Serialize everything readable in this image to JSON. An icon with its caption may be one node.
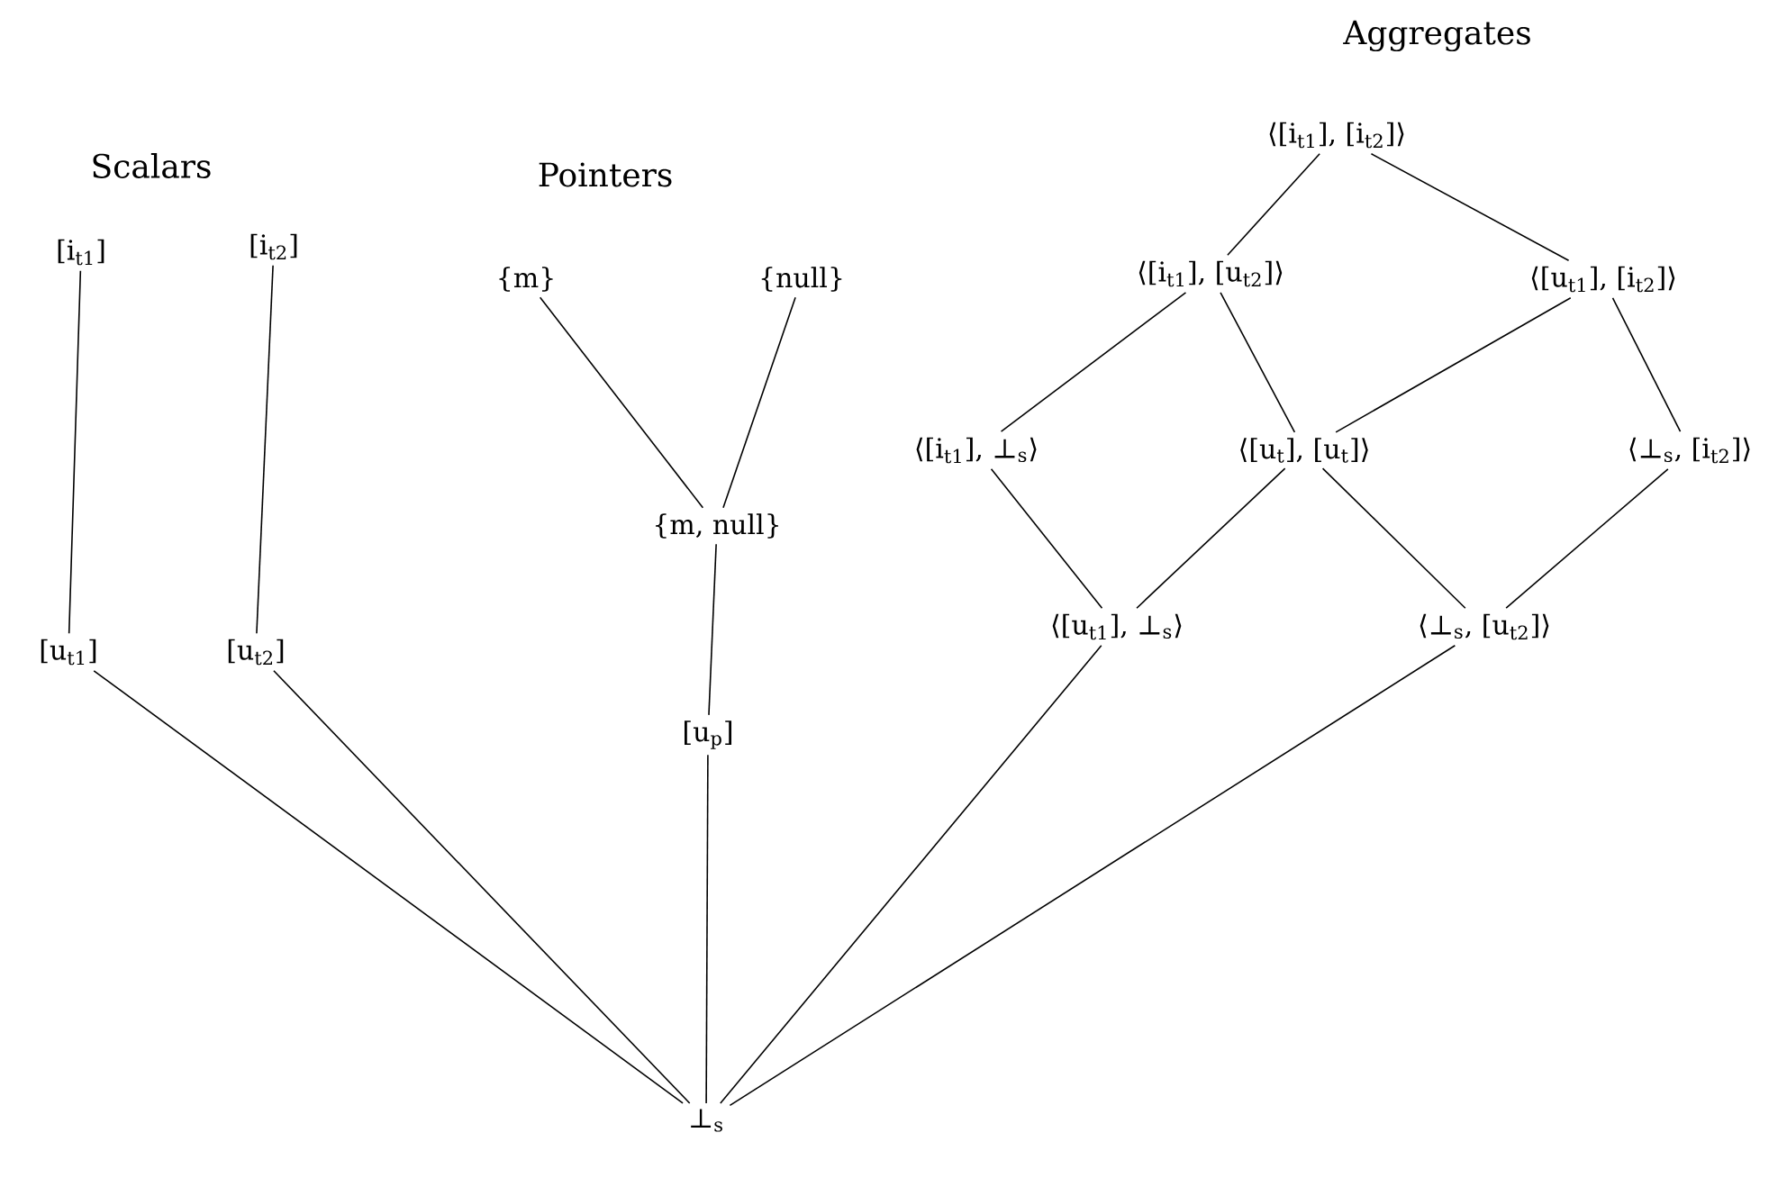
{
  "diagram": {
    "nodes": [
      {
        "text": [
          "[i$_{t1}$]"
        ]
      },
      {
        "text": [
          "[i$_{t2}$]"
        ]
      },
      {
        "text": [
          "[u$_{t1}$]"
        ]
      },
      {
        "text": [
          "[u$_{t2}$]"
        ]
      },
      {
        "text": [
          "{m}"
        ]
      },
      {
        "text": [
          "{null}"
        ]
      },
      {
        "text": [
          "{m, null}"
        ]
      },
      {
        "text": [
          "[u$_{p}$]"
        ]
      },
      {
        "text": [
          "⟨[i$_{t1}$], [i$_{t2}$]⟩"
        ]
      },
      {
        "text": [
          "⟨[i$_{t1}$], [u$_{t2}$]⟩"
        ]
      },
      {
        "text": [
          "⟨[u$_{t1}$], [i$_{t2}$]⟩"
        ]
      },
      {
        "text": [
          "⟨[i$_{t1}$], ⊥$_{s}$⟩"
        ]
      },
      {
        "text": [
          "⟨[u$_{t}$], [u$_{t}$]⟩"
        ]
      },
      {
        "text": [
          "⟨⊥$_{s}$, [i$_{t2}$]⟩"
        ]
      },
      {
        "text": [
          "⟨[u$_{t1}$], ⊥$_{s}$⟩"
        ]
      },
      {
        "text": [
          "⟨⊥$_{s}$, [u$_{t2}$]⟩"
        ]
      },
      {
        "text": [
          "⊥$_{s}$"
        ]
      }
    ],
    "edges": [
      {
        "from": 0,
        "to": 2,
        "arrow": "none"
      },
      {
        "from": 1,
        "to": 3,
        "arrow": "none"
      },
      {
        "from": 4,
        "to": 6,
        "arrow": "none"
      },
      {
        "from": 5,
        "to": 6,
        "arrow": "none"
      },
      {
        "from": 6,
        "to": 7,
        "arrow": "none"
      },
      {
        "from": 8,
        "to": 9,
        "arrow": "none"
      },
      {
        "from": 8,
        "to": 10,
        "arrow": "none"
      },
      {
        "from": 9,
        "to": 11,
        "arrow": "none"
      },
      {
        "from": 9,
        "to": 12,
        "arrow": "none"
      },
      {
        "from": 10,
        "to": 12,
        "arrow": "none"
      },
      {
        "from": 10,
        "to": 13,
        "arrow": "none"
      },
      {
        "from": 11,
        "to": 14,
        "arrow": "none"
      },
      {
        "from": 12,
        "to": 14,
        "arrow": "none"
      },
      {
        "from": 12,
        "to": 15,
        "arrow": "none"
      },
      {
        "from": 13,
        "to": 15,
        "arrow": "none"
      },
      {
        "from": 2,
        "to": 16,
        "arrow": "none"
      },
      {
        "from": 3,
        "to": 16,
        "arrow": "none"
      },
      {
        "from": 7,
        "to": 16,
        "arrow": "none"
      },
      {
        "from": 14,
        "to": 16,
        "arrow": "none"
      },
      {
        "from": 15,
        "to": 16,
        "arrow": "none"
      }
    ],
    "labels": [
      "Aggregates",
      "Scalars",
      "Pointers"
    ]
  }
}
